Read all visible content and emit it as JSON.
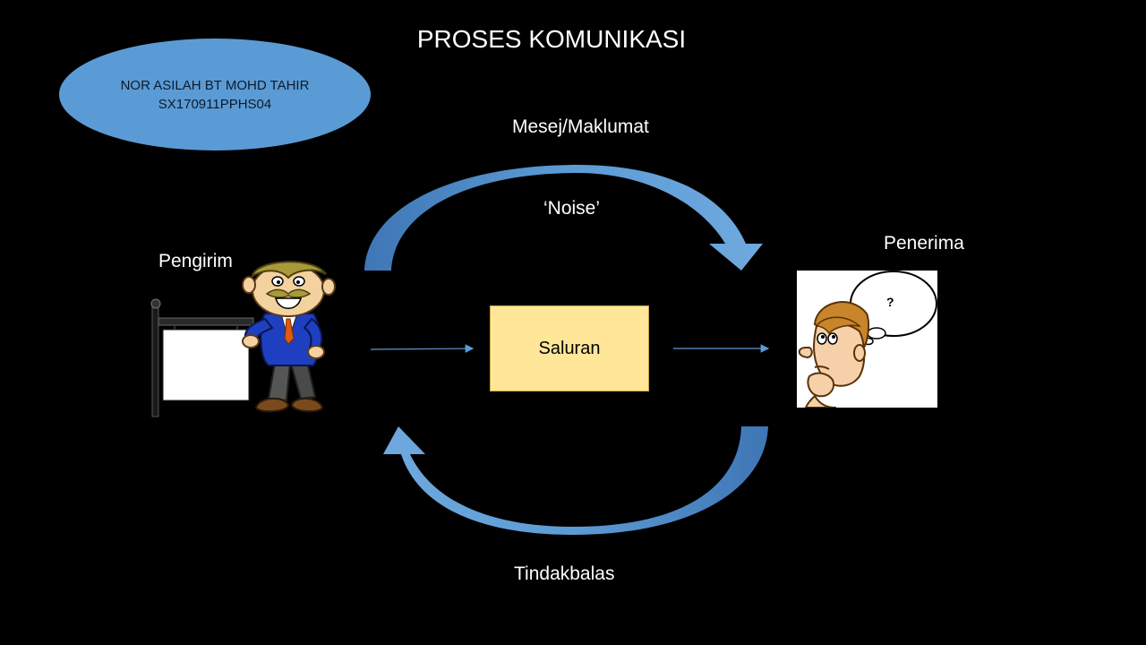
{
  "slide": {
    "title": "PROSES KOMUNIKASI",
    "author": {
      "name": "NOR ASILAH BT MOHD TAHIR",
      "id": "SX170911PPHS04"
    },
    "labels": {
      "message": "Mesej/Maklumat",
      "noise": "‘Noise’",
      "sender": "Pengirim",
      "receiver": "Penerima",
      "channel": "Saluran",
      "feedback": "Tindakbalas"
    },
    "thought_bubble": "?"
  },
  "colors": {
    "background": "#000000",
    "arrow_blue": "#5b9bd5",
    "channel_fill": "#ffe699",
    "oval_fill": "#5b9bd5",
    "text": "#ffffff"
  },
  "icons": {
    "sender": "cartoon-man-with-sign",
    "receiver": "cartoon-thinking-man"
  }
}
